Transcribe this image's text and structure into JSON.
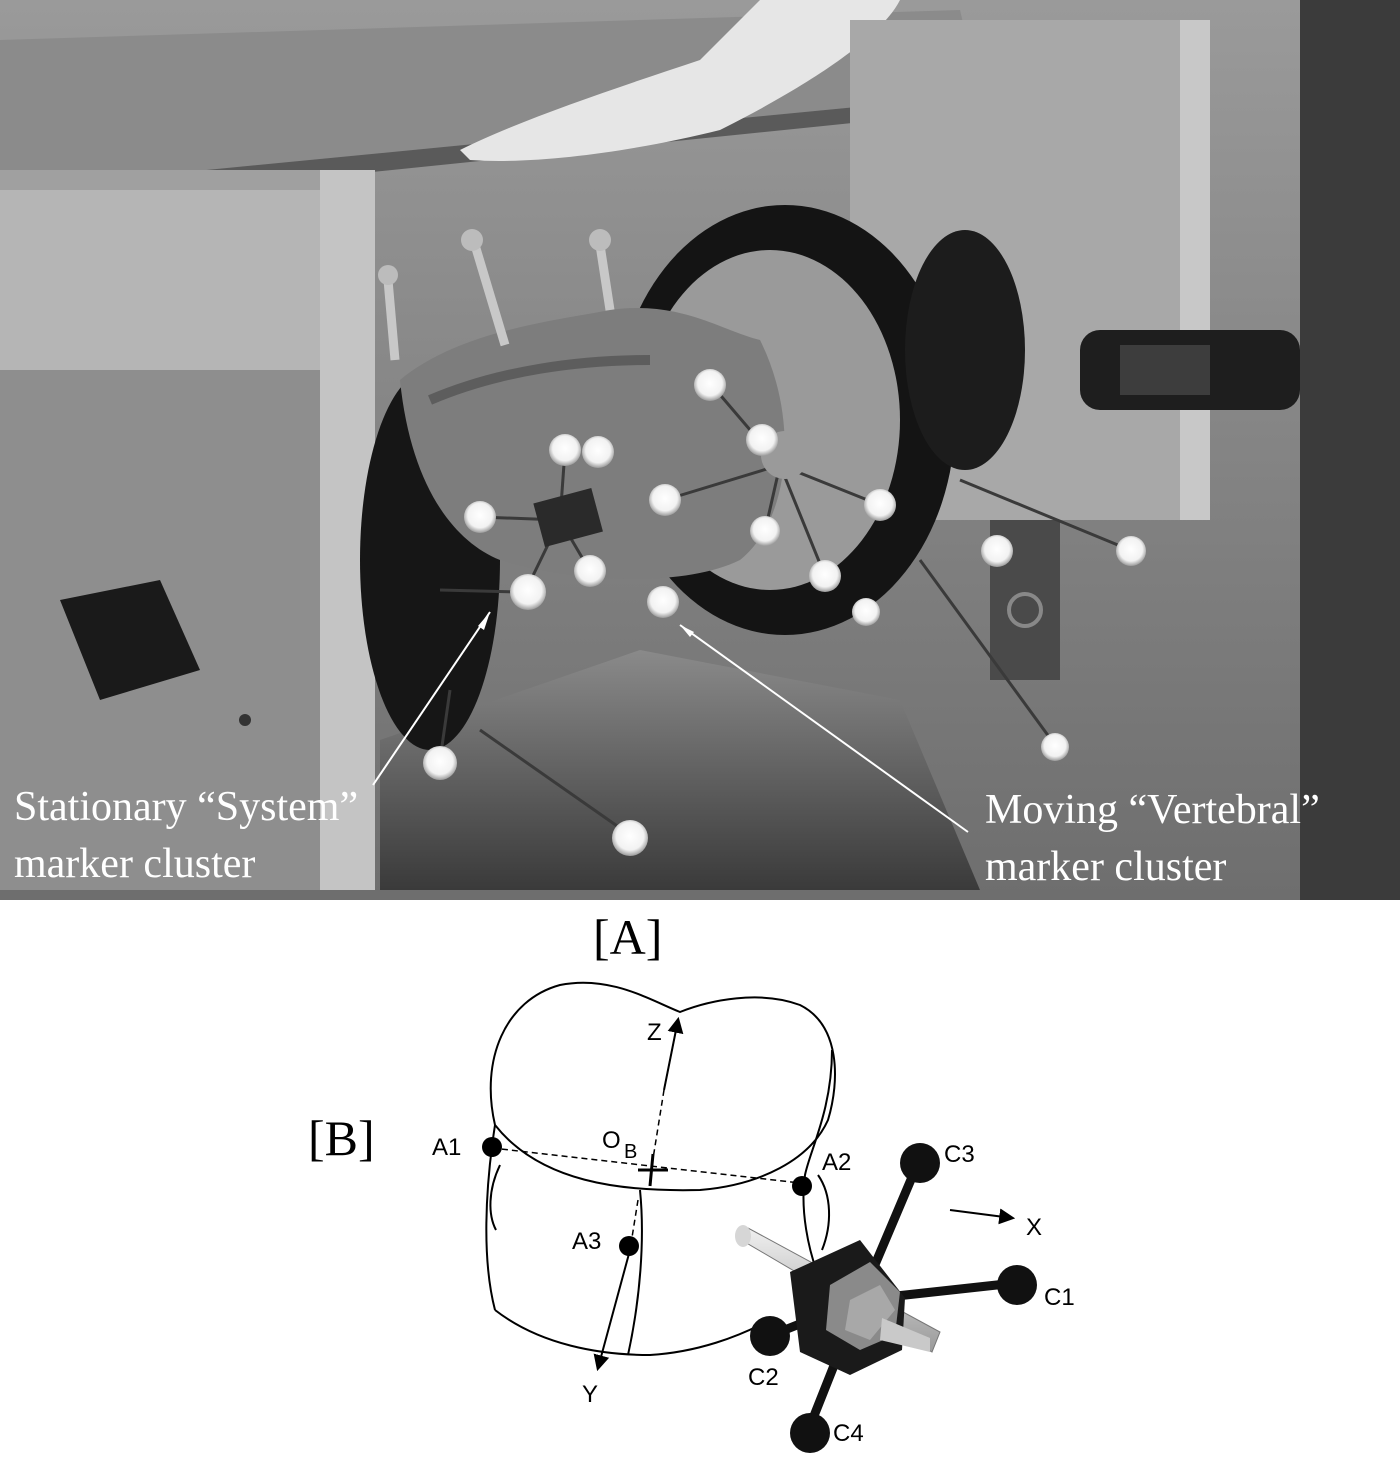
{
  "photo": {
    "label_left_line1": "Stationary “System”",
    "label_left_line2": "marker cluster",
    "label_right_line1": "Moving “Vertebral”",
    "label_right_line2": "marker cluster"
  },
  "diagram": {
    "panel_a": "[A]",
    "panel_b": "[B]",
    "axis_z": "Z",
    "axis_x": "X",
    "axis_y": "Y",
    "origin_main": "O",
    "origin_sub": "B",
    "landmarks": [
      "A1",
      "A2",
      "A3"
    ],
    "cluster_markers": [
      "C1",
      "C2",
      "C3",
      "C4"
    ]
  }
}
